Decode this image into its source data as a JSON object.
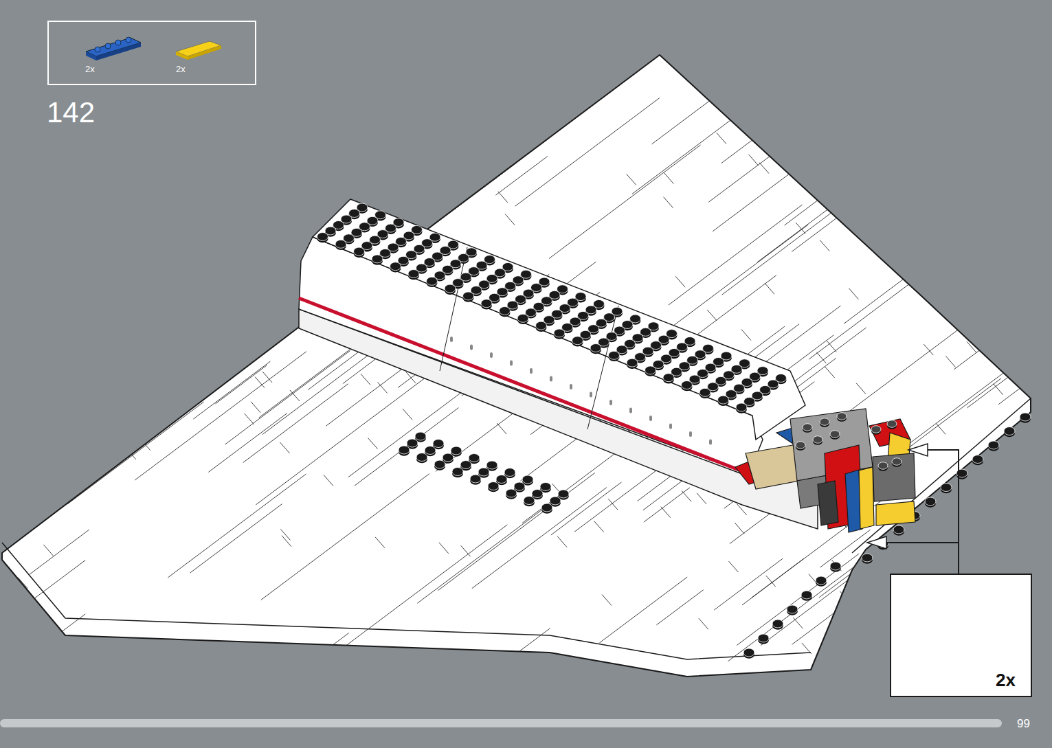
{
  "diagram": {
    "nodes": [
      {
        "text": [
          "2x",
          "2x"
        ]
      },
      {
        "text": [
          "2x"
        ]
      }
    ],
    "labels": [
      "142",
      "99"
    ]
  }
}
